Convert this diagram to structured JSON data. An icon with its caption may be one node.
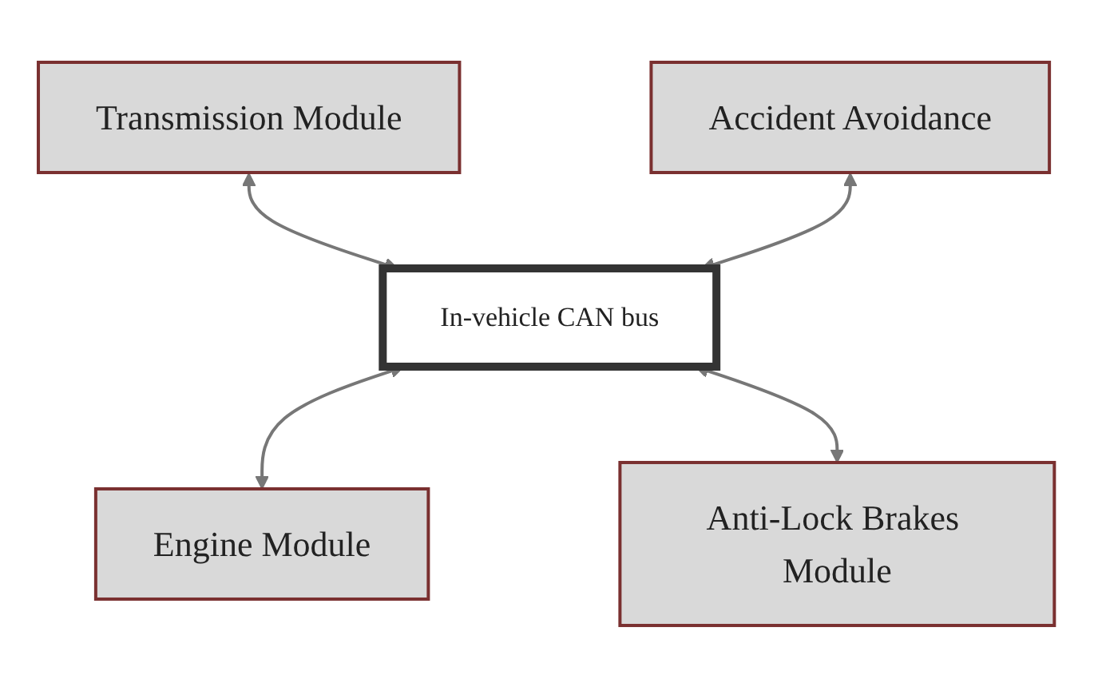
{
  "diagram": {
    "nodes": [
      {
        "text": [
          "Transmission Module"
        ]
      },
      {
        "text": [
          "Accident Avoidance"
        ]
      },
      {
        "text": [
          "In-vehicle CAN bus"
        ]
      },
      {
        "text": [
          "Engine Module"
        ]
      },
      {
        "text": [
          "Anti-Lock Brakes Module"
        ]
      }
    ],
    "edges": [
      {
        "from": 0,
        "to": 2,
        "arrow": "both"
      },
      {
        "from": 1,
        "to": 2,
        "arrow": "both"
      },
      {
        "from": 2,
        "to": 3,
        "arrow": "both"
      },
      {
        "from": 2,
        "to": 4,
        "arrow": "both"
      }
    ]
  }
}
